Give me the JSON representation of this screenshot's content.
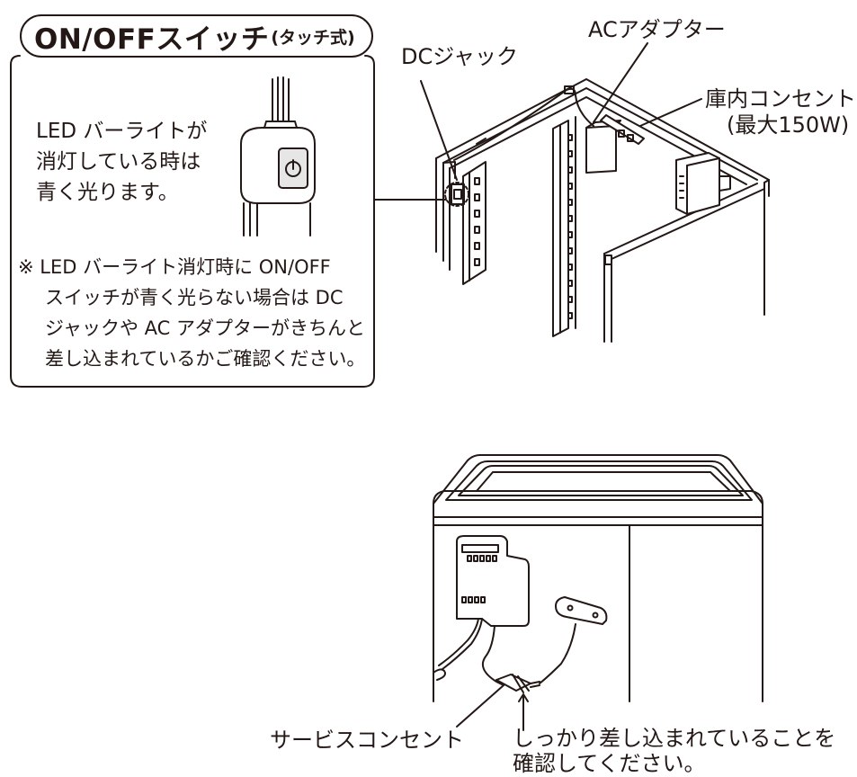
{
  "callout": {
    "title": "ON/OFFスイッチ",
    "title_suffix": "(タッチ式)",
    "description": [
      "LED バーライトが",
      "消灯している時は",
      "青く光ります。"
    ],
    "note_lines": [
      "※ LED バーライト消灯時に ON/OFF",
      "スイッチが青く光らない場合は DC",
      "ジャックや AC アダプターがきちんと",
      "差し込まれているかご確認ください。"
    ]
  },
  "labels": {
    "dc_jack": "DCジャック",
    "ac_adapter": "ACアダプター",
    "internal_outlet": "庫内コンセント",
    "internal_outlet_max": "(最大150W)",
    "service_outlet": "サービスコンセント",
    "plug_check_line1": "しっかり差し込まれていることを",
    "plug_check_line2": "確認してください。"
  },
  "colors": {
    "line": "#231815",
    "background": "#ffffff",
    "switch_face": "#e6e6e6"
  },
  "icons": {
    "switch": "power-icon"
  }
}
